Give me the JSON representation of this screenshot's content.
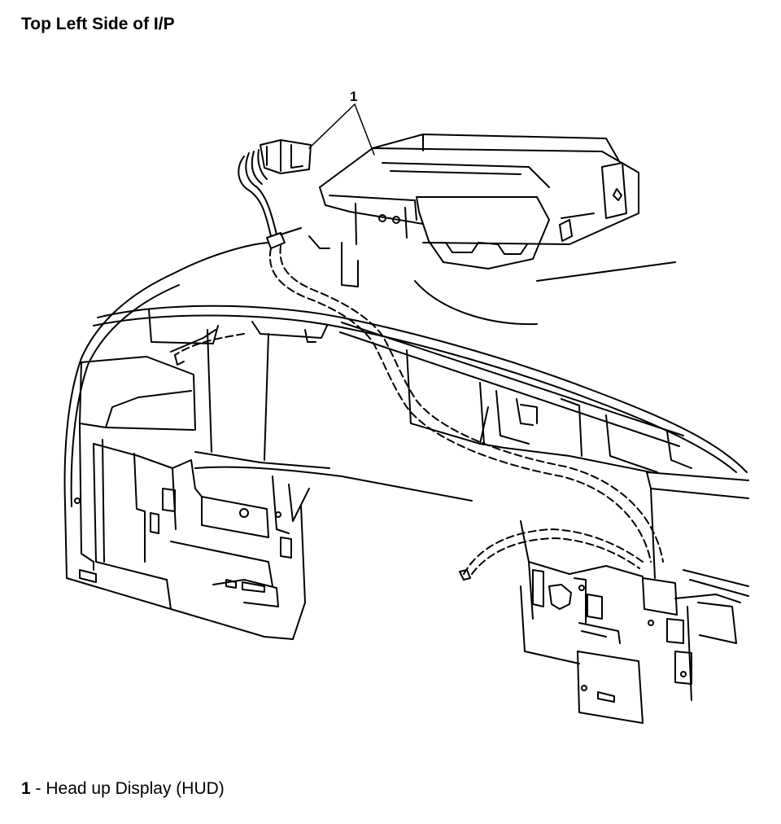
{
  "title": "Top Left Side of I/P",
  "callout": "1",
  "legend": [
    {
      "number": "1",
      "separator": " - ",
      "label": "Head up Display (HUD)"
    }
  ]
}
